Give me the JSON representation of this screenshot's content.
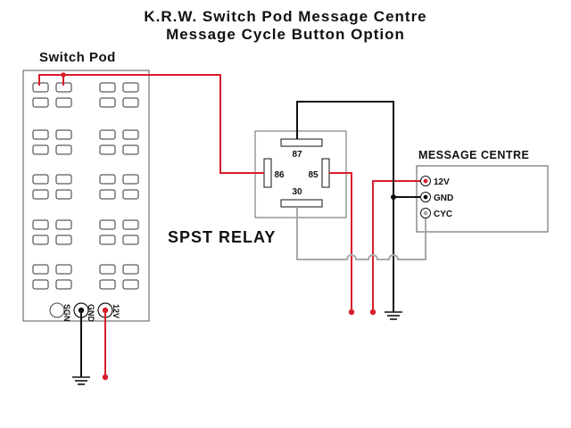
{
  "title": {
    "line1": "K.R.W. Switch Pod Message Centre",
    "line2": "Message Cycle Button Option"
  },
  "switch_pod": {
    "label": "Switch Pod",
    "terminals": [
      "SGN",
      "GND",
      "12V"
    ]
  },
  "relay": {
    "label": "SPST RELAY",
    "pins": [
      "87",
      "86",
      "85",
      "30"
    ]
  },
  "message_centre": {
    "label": "MESSAGE CENTRE",
    "terminals": [
      "12V",
      "GND",
      "CYC"
    ]
  },
  "colors": {
    "red_wire": "#d81e2c",
    "black_wire": "#111111",
    "grey_wire": "#a8a8a8"
  }
}
